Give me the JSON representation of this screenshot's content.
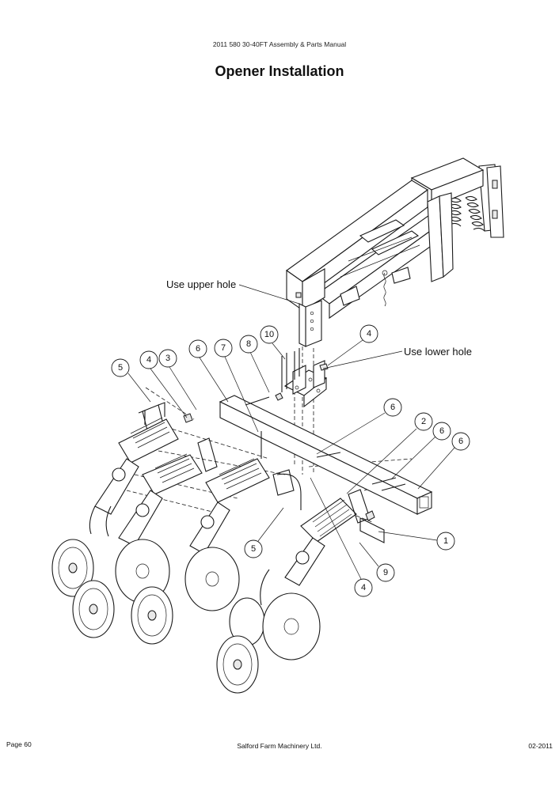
{
  "header": {
    "manual_title": "2011 580 30-40FT Assembly & Parts Manual"
  },
  "page_title": "Opener Installation",
  "notes": {
    "upper_hole": "Use upper hole",
    "lower_hole": "Use lower hole"
  },
  "callouts": [
    "5",
    "4",
    "3",
    "6",
    "7",
    "8",
    "10",
    "4",
    "6",
    "2",
    "6",
    "6",
    "1",
    "9",
    "4",
    "5"
  ],
  "footer": {
    "page": "Page 60",
    "company": "Salford Farm Machinery Ltd.",
    "date": "02-2011"
  }
}
